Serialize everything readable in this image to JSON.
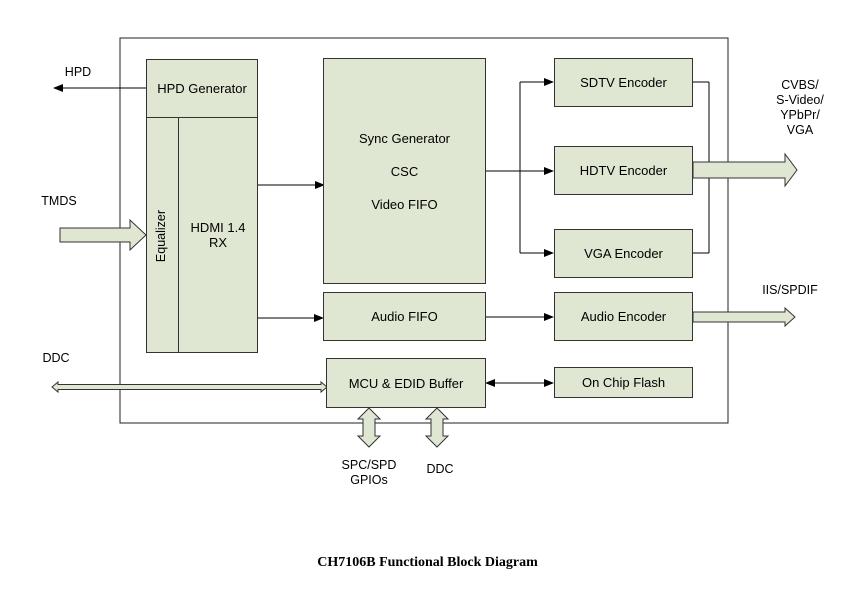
{
  "external": {
    "hpd": "HPD",
    "tmds": "TMDS",
    "ddc_left": "DDC",
    "video_out": [
      "CVBS/",
      "S-Video/",
      "YPbPr/",
      "VGA"
    ],
    "audio_out": "IIS/SPDIF",
    "spc_spd": [
      "SPC/SPD",
      "GPIOs"
    ],
    "ddc_bottom": "DDC"
  },
  "blocks": {
    "hpd_generator": "HPD Generator",
    "equalizer": "Equalizer",
    "hdmi_rx": [
      "HDMI 1.4",
      "RX"
    ],
    "sync_block": [
      "Sync Generator",
      "CSC",
      "Video FIFO"
    ],
    "sdtv_encoder": "SDTV Encoder",
    "hdtv_encoder": "HDTV Encoder",
    "vga_encoder": "VGA Encoder",
    "audio_fifo": "Audio FIFO",
    "audio_encoder": "Audio Encoder",
    "mcu_edid": "MCU & EDID Buffer",
    "on_chip_flash": "On Chip Flash"
  },
  "caption": "CH7106B Functional Block Diagram"
}
